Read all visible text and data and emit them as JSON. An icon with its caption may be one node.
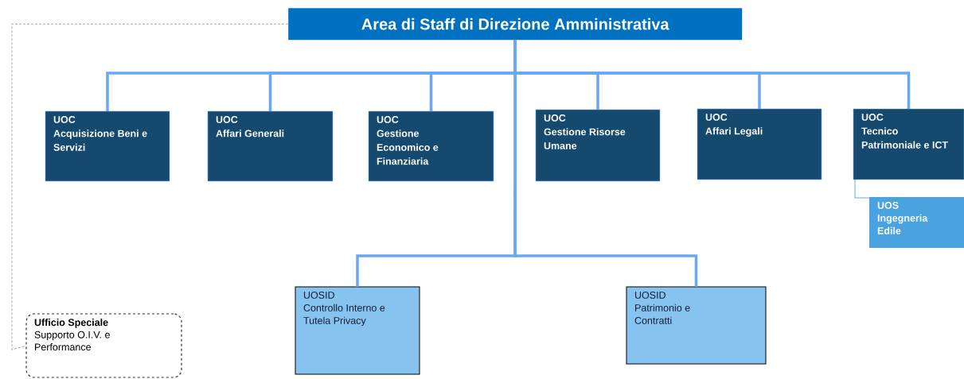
{
  "diagram": {
    "nodes": [
      {
        "text": [
          "Area di Staff di Direzione Amministrativa"
        ]
      },
      {
        "text": [
          "UOC",
          "Acquisizione Beni e Servizi"
        ]
      },
      {
        "text": [
          "UOC",
          "Affari Generali"
        ]
      },
      {
        "text": [
          "UOC",
          "Gestione Economico e Finanziaria"
        ]
      },
      {
        "text": [
          "UOC",
          "Gestione Risorse Umane"
        ]
      },
      {
        "text": [
          "UOC",
          "Affari Legali"
        ]
      },
      {
        "text": [
          "UOC",
          "Tecnico Patrimoniale e ICT"
        ]
      },
      {
        "text": [
          "UOS",
          "Ingegneria Edile"
        ]
      },
      {
        "text": [
          "UOSID",
          "Controllo Interno e Tutela Privacy"
        ]
      },
      {
        "text": [
          "UOSID",
          "Patrimonio e Contratti"
        ]
      },
      {
        "text": [
          "Ufficio Speciale",
          "Supporto O.I.V. e Performance"
        ]
      }
    ],
    "edges": [
      {
        "from": 0,
        "to": 1,
        "arrow": "none"
      },
      {
        "from": 0,
        "to": 2,
        "arrow": "none"
      },
      {
        "from": 0,
        "to": 3,
        "arrow": "none"
      },
      {
        "from": 0,
        "to": 4,
        "arrow": "none"
      },
      {
        "from": 0,
        "to": 5,
        "arrow": "none"
      },
      {
        "from": 0,
        "to": 6,
        "arrow": "none"
      },
      {
        "from": 6,
        "to": 7,
        "arrow": "none"
      },
      {
        "from": 0,
        "to": 8,
        "arrow": "none"
      },
      {
        "from": 0,
        "to": 9,
        "arrow": "none"
      },
      {
        "from": 0,
        "to": 10,
        "arrow": "none",
        "style": "dashed",
        "color": "#aaaaaa"
      }
    ]
  }
}
